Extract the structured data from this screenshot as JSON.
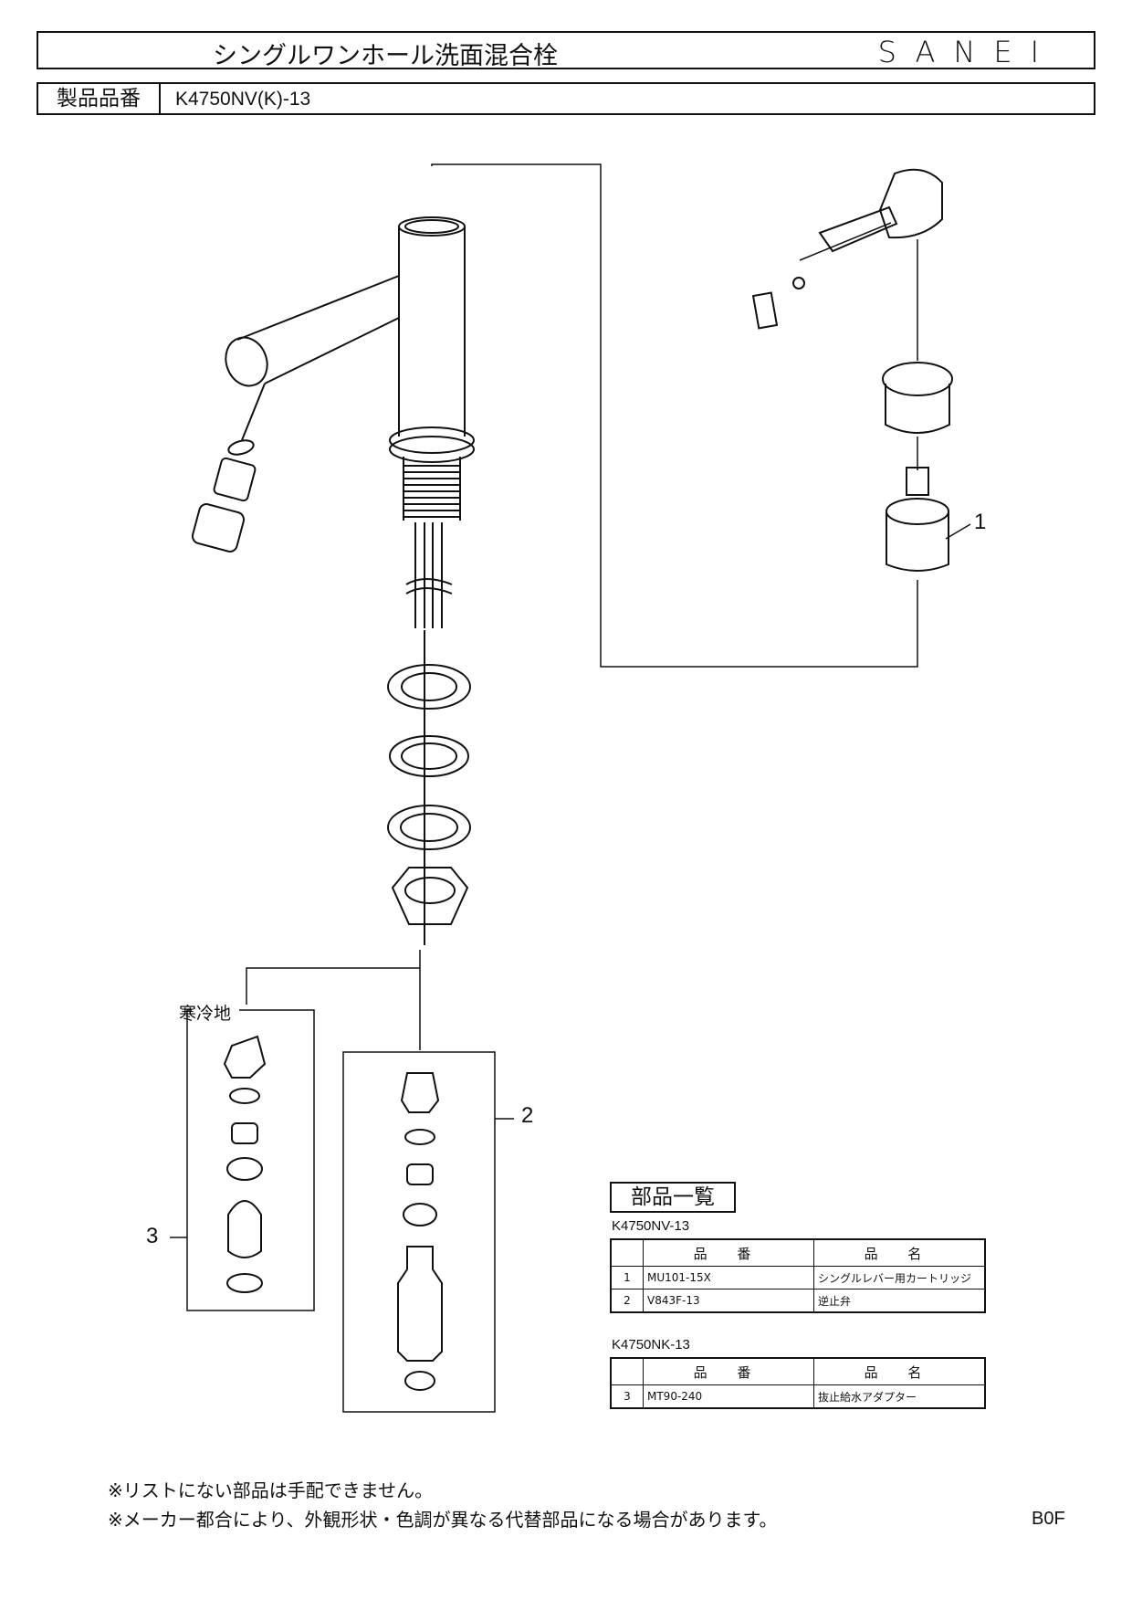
{
  "header": {
    "title": "シングルワンホール洗面混合栓",
    "brand": "SANEI",
    "model_label": "製品品番",
    "model_value": "K4750NV(K)-13"
  },
  "callouts": {
    "one": "1",
    "two": "2",
    "three": "3",
    "cold_region": "寒冷地"
  },
  "parts_list": {
    "title": "部品一覧",
    "groups": [
      {
        "label": "K4750NV-13",
        "header": [
          "",
          "品 番",
          "品 名"
        ],
        "rows": [
          {
            "no": "1",
            "part_no": "MU101-15X",
            "name": "シングルレバー用カートリッジ"
          },
          {
            "no": "2",
            "part_no": "V843F-13",
            "name": "逆止弁"
          }
        ]
      },
      {
        "label": "K4750NK-13",
        "header": [
          "",
          "品 番",
          "品 名"
        ],
        "rows": [
          {
            "no": "3",
            "part_no": "MT90-240",
            "name": "抜止給水アダプター"
          }
        ]
      }
    ]
  },
  "notes": [
    "※リストにない部品は手配できません。",
    "※メーカー都合により、外観形状・色調が異なる代替部品になる場合があります。"
  ],
  "page_code": "B0F"
}
